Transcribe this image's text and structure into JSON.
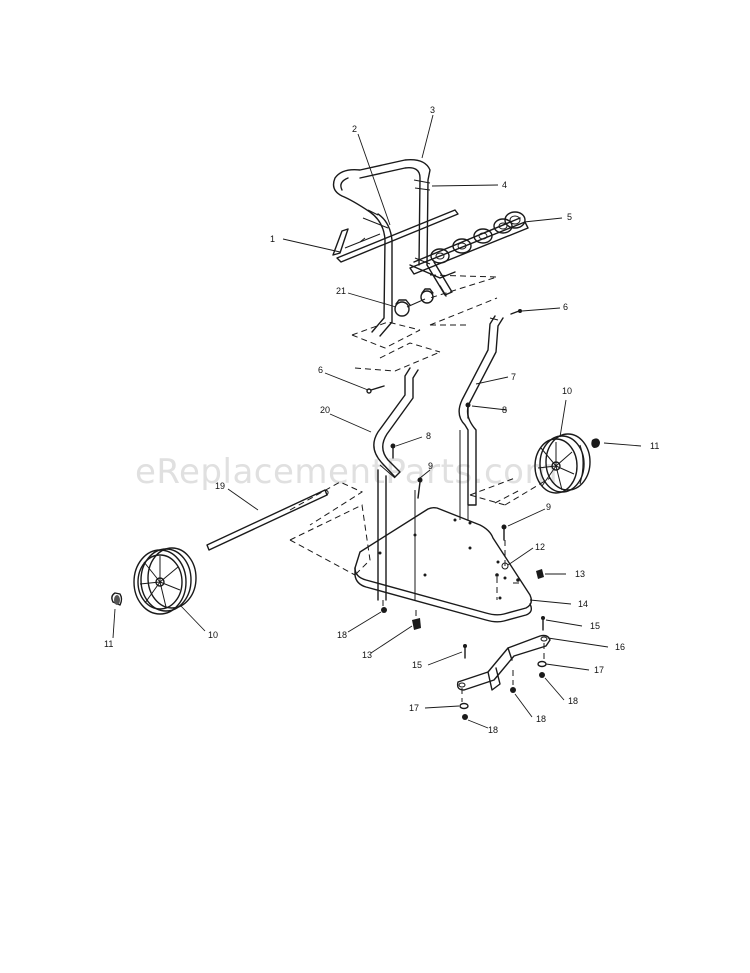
{
  "watermark": "eReplacementParts.com",
  "callouts": [
    {
      "id": "c1",
      "label": "1"
    },
    {
      "id": "c2",
      "label": "2"
    },
    {
      "id": "c3",
      "label": "3"
    },
    {
      "id": "c4",
      "label": "4"
    },
    {
      "id": "c5",
      "label": "5"
    },
    {
      "id": "c6a",
      "label": "6"
    },
    {
      "id": "c6b",
      "label": "6"
    },
    {
      "id": "c7",
      "label": "7"
    },
    {
      "id": "c8a",
      "label": "8"
    },
    {
      "id": "c8b",
      "label": "8"
    },
    {
      "id": "c9a",
      "label": "9"
    },
    {
      "id": "c9b",
      "label": "9"
    },
    {
      "id": "c10a",
      "label": "10"
    },
    {
      "id": "c10b",
      "label": "10"
    },
    {
      "id": "c11a",
      "label": "11"
    },
    {
      "id": "c11b",
      "label": "11"
    },
    {
      "id": "c12",
      "label": "12"
    },
    {
      "id": "c13a",
      "label": "13"
    },
    {
      "id": "c13b",
      "label": "13"
    },
    {
      "id": "c14",
      "label": "14"
    },
    {
      "id": "c15a",
      "label": "15"
    },
    {
      "id": "c15b",
      "label": "15"
    },
    {
      "id": "c16",
      "label": "16"
    },
    {
      "id": "c17a",
      "label": "17"
    },
    {
      "id": "c17b",
      "label": "17"
    },
    {
      "id": "c18a",
      "label": "18"
    },
    {
      "id": "c18b",
      "label": "18"
    },
    {
      "id": "c18c",
      "label": "18"
    },
    {
      "id": "c18d",
      "label": "18"
    },
    {
      "id": "c19",
      "label": "19"
    },
    {
      "id": "c20",
      "label": "20"
    },
    {
      "id": "c21",
      "label": "21"
    }
  ]
}
